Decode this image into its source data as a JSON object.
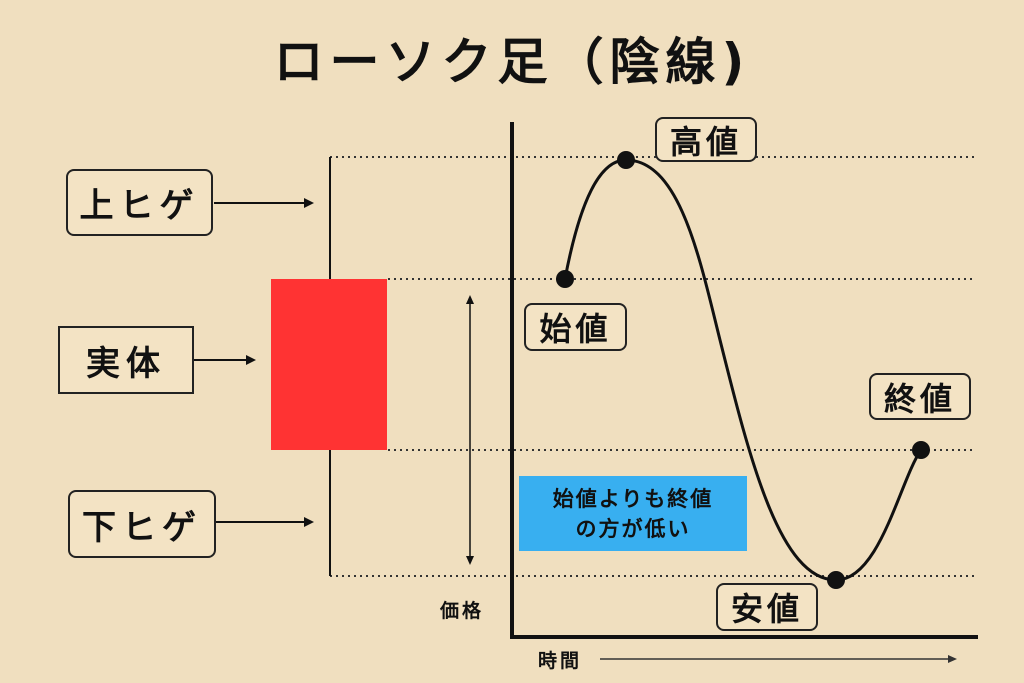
{
  "title": "ローソク足（陰線)",
  "labels": {
    "upper_wick": "上ヒゲ",
    "body": "実体",
    "lower_wick": "下ヒゲ",
    "high": "高値",
    "open": "始値",
    "close": "終値",
    "low": "安値"
  },
  "note": {
    "line1": "始値よりも終値",
    "line2": "の方が低い"
  },
  "axes": {
    "y_label": "価格",
    "x_label": "時間"
  },
  "colors": {
    "background": "#f0dfbf",
    "candle_body": "#ff3333",
    "note_box": "#38aff0"
  }
}
